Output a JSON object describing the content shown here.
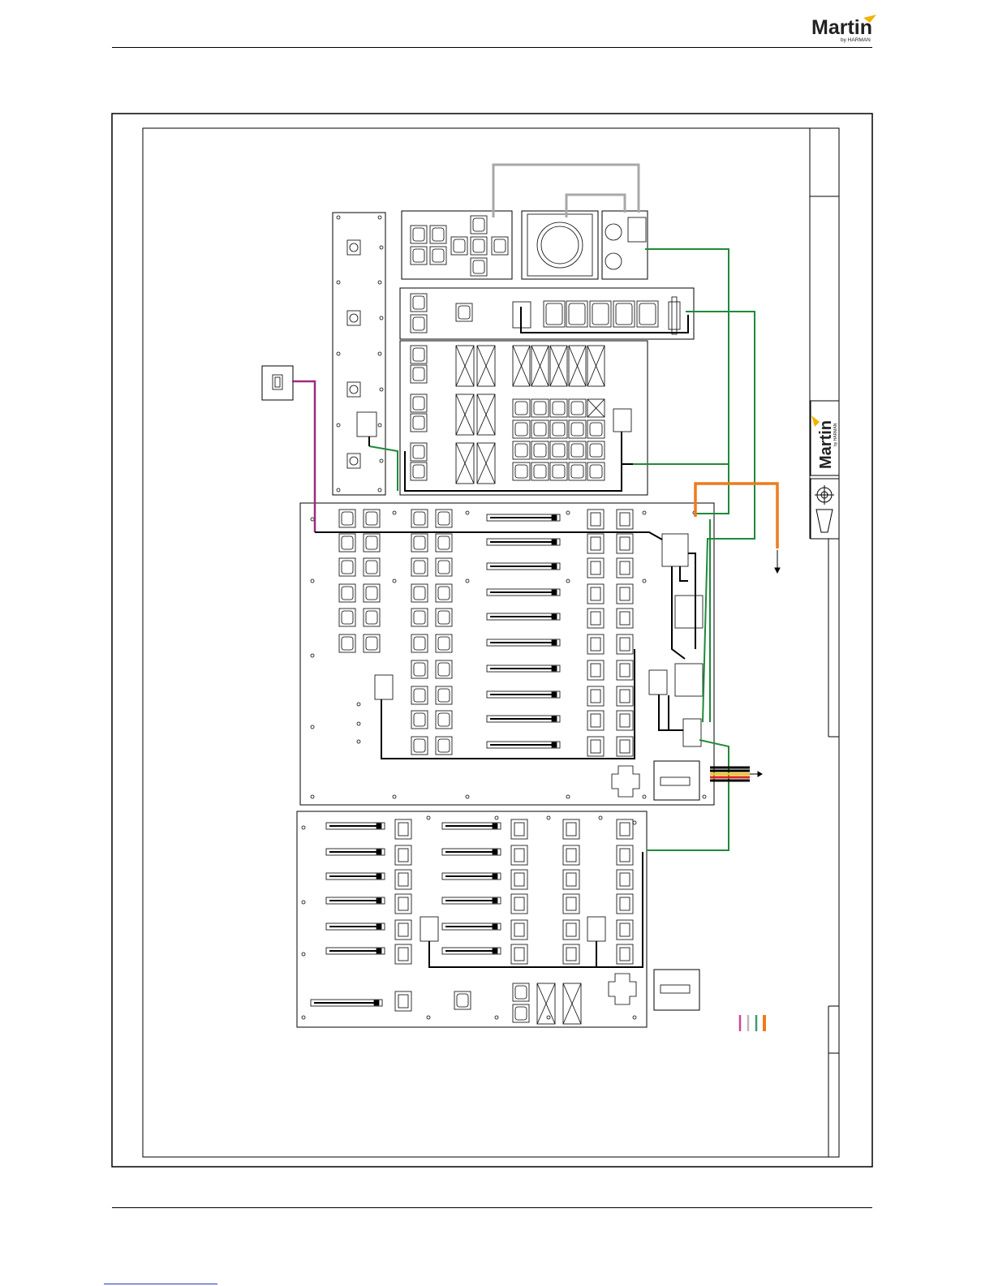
{
  "header": {
    "brand_name": "Martin",
    "brand_sub": "by HARMAN"
  },
  "title_block": {
    "brand_name": "Martin",
    "brand_sub": "by HARMAN"
  },
  "wire_colors": {
    "magenta": "#9c2a7f",
    "green": "#1f8a3a",
    "grey": "#a8a8a8",
    "orange": "#ee7a1c",
    "black": "#000000",
    "red": "#e0271d",
    "yellow": "#f1c40f",
    "legend": [
      "#c8479a",
      "#b9b9b9",
      "#3a9a6b",
      "#ee7a1c"
    ]
  },
  "icons": [
    "martin-logo-icon",
    "projection-symbol-icon",
    "connector-arrow-icon"
  ]
}
